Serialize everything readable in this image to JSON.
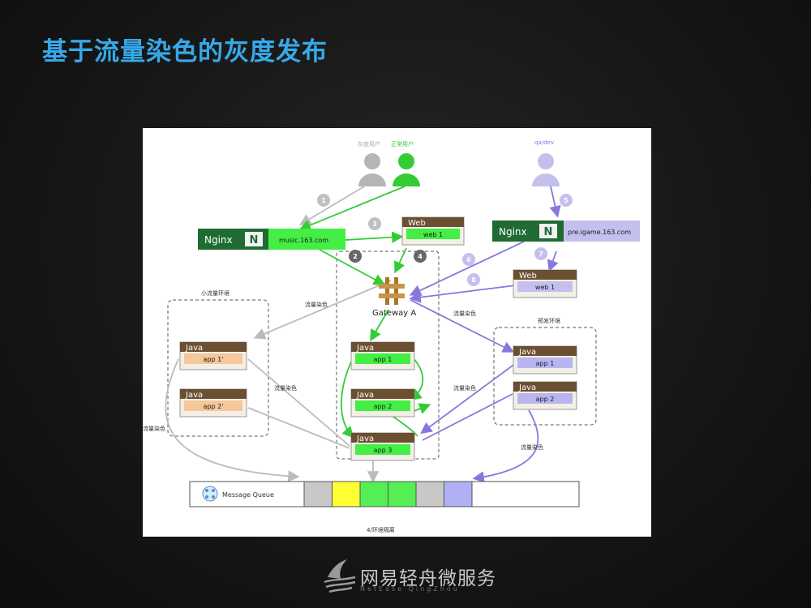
{
  "slide": {
    "title": "基于流量染色的灰度发布"
  },
  "diagram": {
    "users": {
      "gray_label": "灰度用户",
      "normal_label": "正常用户",
      "dev_label": "qa/dev"
    },
    "step_badges": [
      "1",
      "2",
      "3",
      "4",
      "5",
      "6",
      "7",
      "8"
    ],
    "nginx_left": {
      "label": "Nginx",
      "logo": "N",
      "domain": "music.163.com"
    },
    "nginx_right": {
      "label": "Nginx",
      "logo": "N",
      "domain": "pre.igame.163.com"
    },
    "web_left": {
      "header": "Web",
      "instance": "web 1"
    },
    "web_right": {
      "header": "Web",
      "instance": "web 1"
    },
    "gateway": {
      "label": "Gateway A"
    },
    "environments": {
      "small_traffic": "小流量环境",
      "pre_release": "预发环境",
      "isolation": "4/环境隔离"
    },
    "edge_labels": {
      "dyeing_1": "流量染色",
      "dyeing_2": "流量染色",
      "dyeing_3": "流量染色",
      "dyeing_4": "流量染色",
      "dyeing_5": "流量染色",
      "dyeing_6": "流量染色"
    },
    "java_header": "Java",
    "apps": {
      "small_app1": "app 1'",
      "small_app2": "app 2'",
      "main_app1": "app 1",
      "main_app2": "app 2",
      "main_app3": "app 3",
      "pre_app1": "app 1",
      "pre_app2": "app 2"
    },
    "message_queue": {
      "label": "Message Queue",
      "slot_colors": [
        "#c8c8c8",
        "#ffff33",
        "#55ee55",
        "#55ee55",
        "#c8c8c8",
        "#b0b0f5"
      ]
    },
    "colors": {
      "normal": "#33cc33",
      "gray": "#bbbbbb",
      "dev": "#8877dd",
      "title": "#36a9e8"
    }
  },
  "footer": {
    "brand": "网易轻舟微服务",
    "subtitle": "NetEase QingZhou"
  }
}
